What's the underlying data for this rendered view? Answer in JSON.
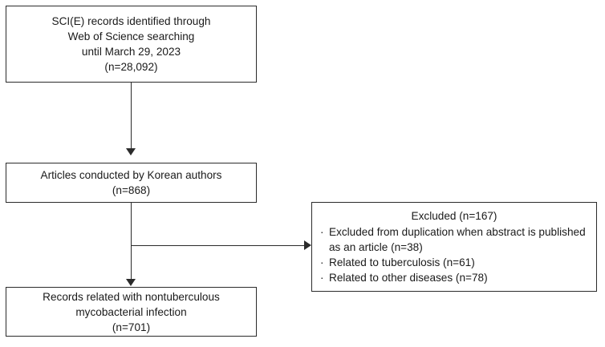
{
  "diagram": {
    "type": "prisma-flow-diagram",
    "colors": {
      "border": "#2b2b2b",
      "text": "#1a1a1a",
      "background": "#ffffff",
      "connector": "#2b2b2b"
    },
    "boxes": {
      "identification": {
        "lines": [
          "SCI(E) records identified through",
          "Web of Science searching",
          "until March 29, 2023",
          "(n=28,092)"
        ]
      },
      "korean_authors": {
        "lines": [
          "Articles conducted by Korean authors",
          "(n=868)"
        ]
      },
      "ntm_records": {
        "lines": [
          "Records related with nontuberculous",
          "mycobacterial infection",
          "(n=701)"
        ]
      },
      "excluded": {
        "title": "Excluded (n=167)",
        "bullet_glyph": "·",
        "items": [
          "Excluded from duplication when abstract is published as an article (n=38)",
          "Related to tuberculosis (n=61)",
          "Related to other diseases (n=78)"
        ]
      }
    },
    "connectors": [
      {
        "name": "identification-to-authors",
        "direction": "down"
      },
      {
        "name": "authors-to-records",
        "direction": "down"
      },
      {
        "name": "branch-to-excluded",
        "direction": "right"
      }
    ]
  }
}
